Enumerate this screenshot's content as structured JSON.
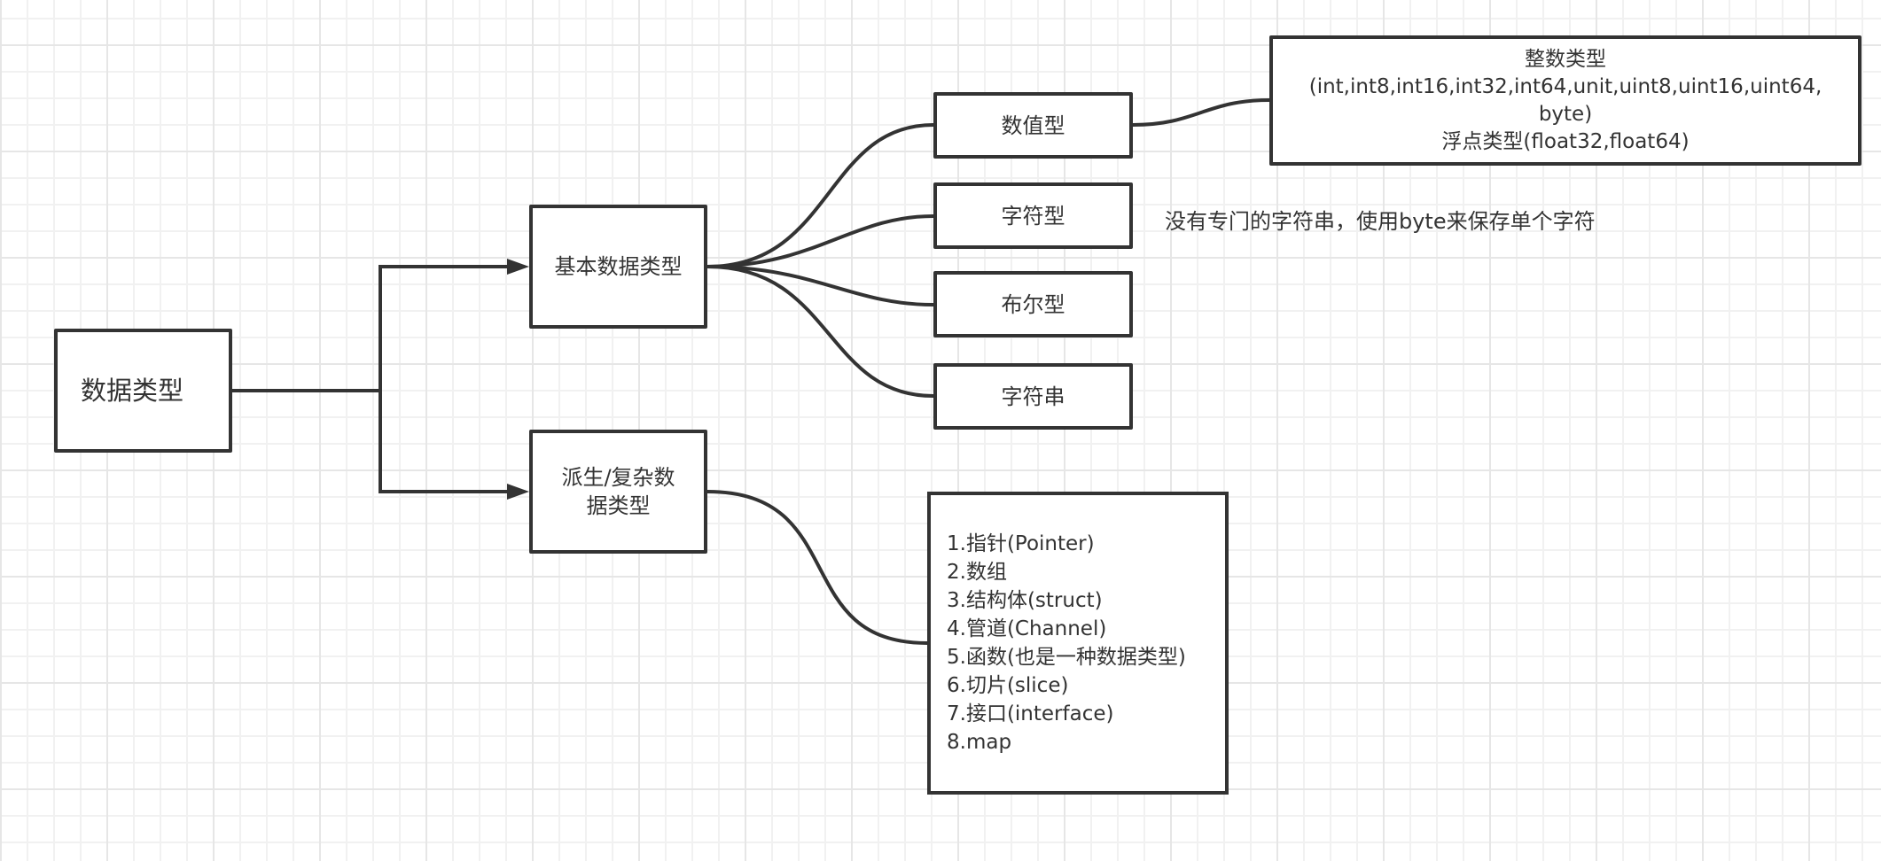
{
  "diagram": {
    "root": {
      "label": "数据类型"
    },
    "basic": {
      "label": "基本数据类型"
    },
    "derived": {
      "label": "派生/复杂数据类型"
    },
    "basic_children": [
      {
        "label": "数值型"
      },
      {
        "label": "字符型"
      },
      {
        "label": "布尔型"
      },
      {
        "label": "字符串"
      }
    ],
    "numeric_detail": {
      "lines": [
        "整数类型",
        "(int,int8,int16,int32,int64,unit,uint8,uint16,uint64,",
        "byte)",
        "浮点类型(float32,float64)"
      ]
    },
    "char_note": "没有专门的字符串，使用byte来保存单个字符",
    "derived_list": [
      "1.指针(Pointer)",
      "2.数组",
      "3.结构体(struct)",
      "4.管道(Channel)",
      "5.函数(也是一种数据类型)",
      "6.切片(slice)",
      "7.接口(interface)",
      "8.map"
    ],
    "colors": {
      "stroke": "#333333",
      "text": "#333333",
      "grid_minor": "#f1f1f1",
      "grid_major": "#e6e6e6",
      "background": "#ffffff"
    }
  }
}
